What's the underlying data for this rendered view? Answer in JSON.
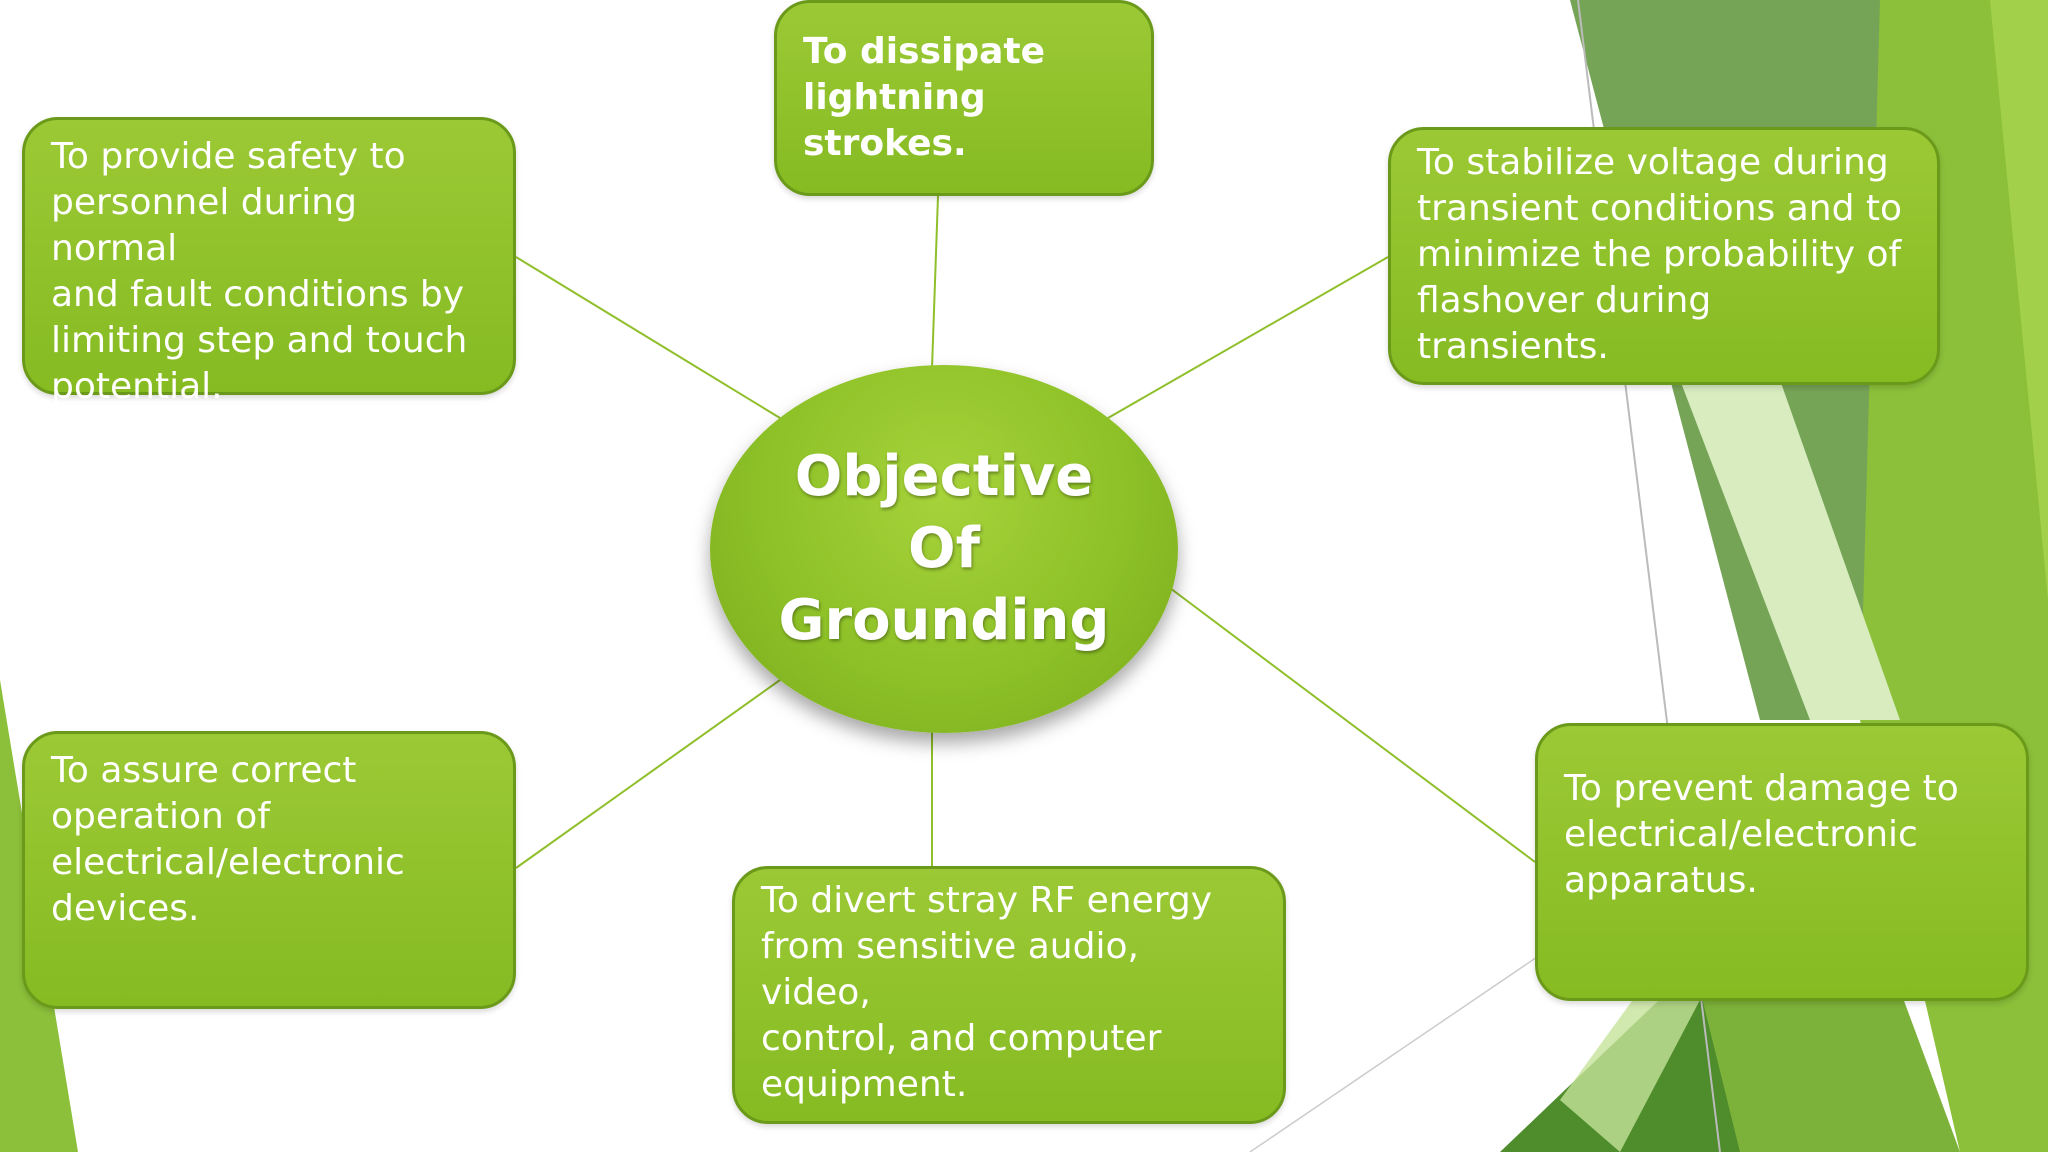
{
  "center": {
    "label": "Objective\nOf\nGrounding"
  },
  "nodes": {
    "lightning": "To dissipate\nlightning strokes.",
    "safety": "To provide safety to\npersonnel during normal\nand fault conditions by\nlimiting step and touch\npotential.",
    "voltage": "To stabilize voltage during\ntransient conditions and to\nminimize the probability of\nflashover during transients.",
    "operation": "To assure correct\noperation of\nelectrical/electronic\ndevices.",
    "rf": "To divert stray RF energy\nfrom sensitive audio, video,\ncontrol, and computer\nequipment.",
    "damage": "To prevent damage to\nelectrical/electronic\napparatus."
  },
  "colors": {
    "node_fill": "#8dc127",
    "node_border": "#6b9a1a",
    "connector": "#8fbf2a",
    "accent_dark": "#5e8f36",
    "accent_light": "#c9e3a0"
  }
}
